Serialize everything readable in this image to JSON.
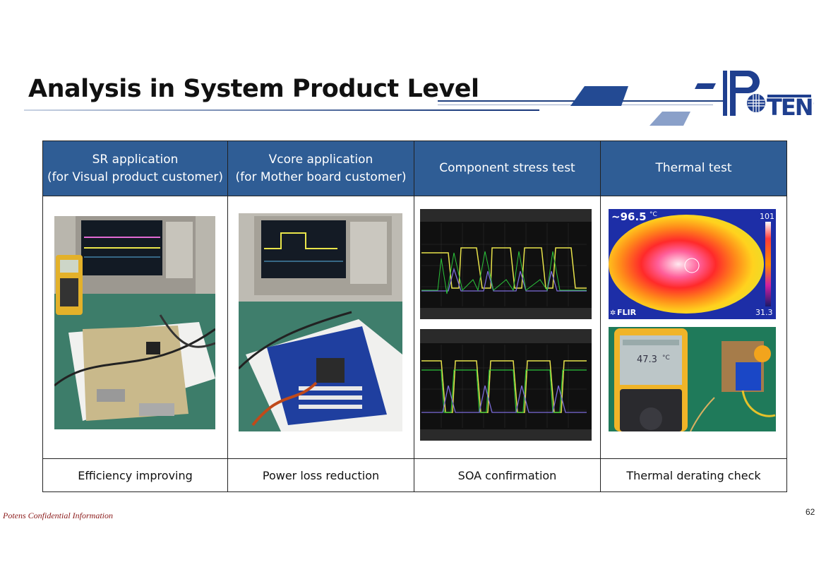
{
  "title": "Analysis in System Product Level",
  "logo_text": "POTENS",
  "table": {
    "headers": [
      {
        "line1": "SR application",
        "line2": "(for Visual product customer)"
      },
      {
        "line1": "Vcore application",
        "line2": "(for Mother board customer)"
      },
      {
        "line1": "Component stress test",
        "line2": ""
      },
      {
        "line1": "Thermal test",
        "line2": ""
      }
    ],
    "footers": [
      "Efficiency improving",
      "Power loss reduction",
      "SOA confirmation",
      "Thermal derating check"
    ]
  },
  "thermal": {
    "max": "~96.5",
    "unit": "°C",
    "scale_top": "101",
    "scale_bottom": "31.3",
    "brand": "FLIR"
  },
  "meter_reading": "47.3",
  "meter_unit": "°C",
  "footer_left": "Potens Confidential Information",
  "page_number": "62",
  "colors": {
    "header_bg": "#2f5d95",
    "footer_red": "#8b1a1a",
    "logo_blue": "#1f3f8f"
  }
}
